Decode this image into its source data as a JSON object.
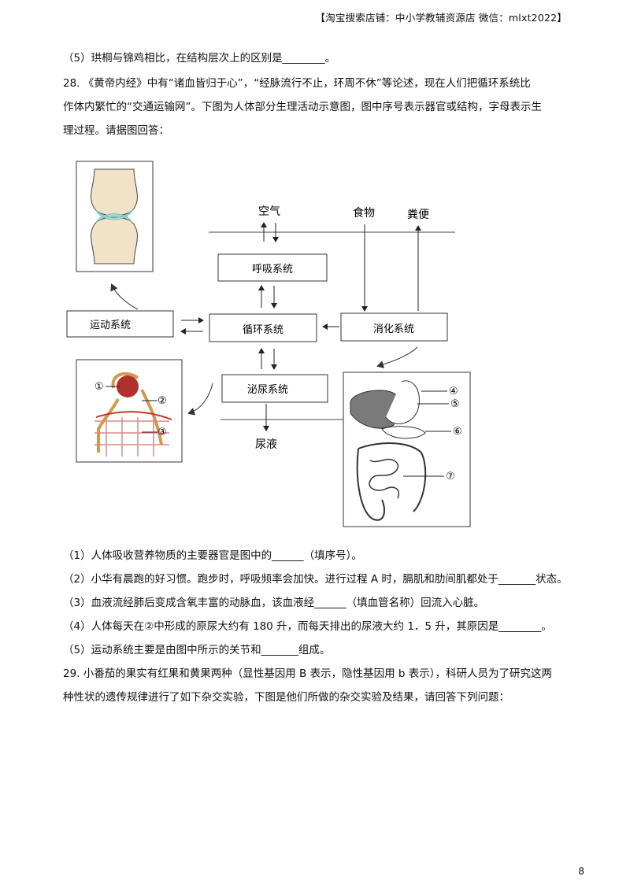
{
  "header": {
    "shop_text": "【淘宝搜索店铺：中小学教辅资源店  微信：mlxt2022】"
  },
  "q27_5": "（5）珙桐与锦鸡相比，在结构层次上的区别是________。",
  "q28": {
    "stem_line1": "28. 《黄帝内经》中有“诸血皆归于心”，“经脉流行不止，环周不休”等论述，现在人们把循环系统比",
    "stem_line2": "作体内繁忙的“交通运输网”。下图为人体部分生理活动示意图，图中序号表示器官或结构，字母表示生",
    "stem_line3": "理过程。请据图回答：",
    "diagram": {
      "air": "空气",
      "food": "食物",
      "feces": "粪便",
      "urine": "尿液",
      "respiratory": "呼吸系统",
      "circulatory": "循环系统",
      "digestive": "消化系统",
      "motor": "运动系统",
      "urinary": "泌尿系统",
      "labels": [
        "①",
        "②",
        "③",
        "④",
        "⑤",
        "⑥",
        "⑦"
      ]
    },
    "sub": [
      "（1）人体吸收营养物质的主要器官是图中的______（填序号）。",
      "（2）小华有晨跑的好习惯。跑步时，呼吸频率会加快。进行过程 A 时，膈肌和肋间肌都处于_______状态。",
      "（3）血液流经肺后变成含氧丰富的动脉血，该血液经______（填血管名称）回流入心脏。",
      "（4）人体每天在②中形成的原尿大约有 180 升，而每天排出的尿液大约 1．5 升，其原因是________。",
      "（5）运动系统主要是由图中所示的关节和_______组成。"
    ]
  },
  "q29": {
    "line1": "29. 小番茄的果实有红果和黄果两种（显性基因用 B 表示，隐性基因用 b 表示），科研人员为了研究这两",
    "line2": "种性状的遗传规律进行了如下杂交实验，下图是他们所做的杂交实验及结果，请回答下列问题："
  },
  "page_number": "8"
}
